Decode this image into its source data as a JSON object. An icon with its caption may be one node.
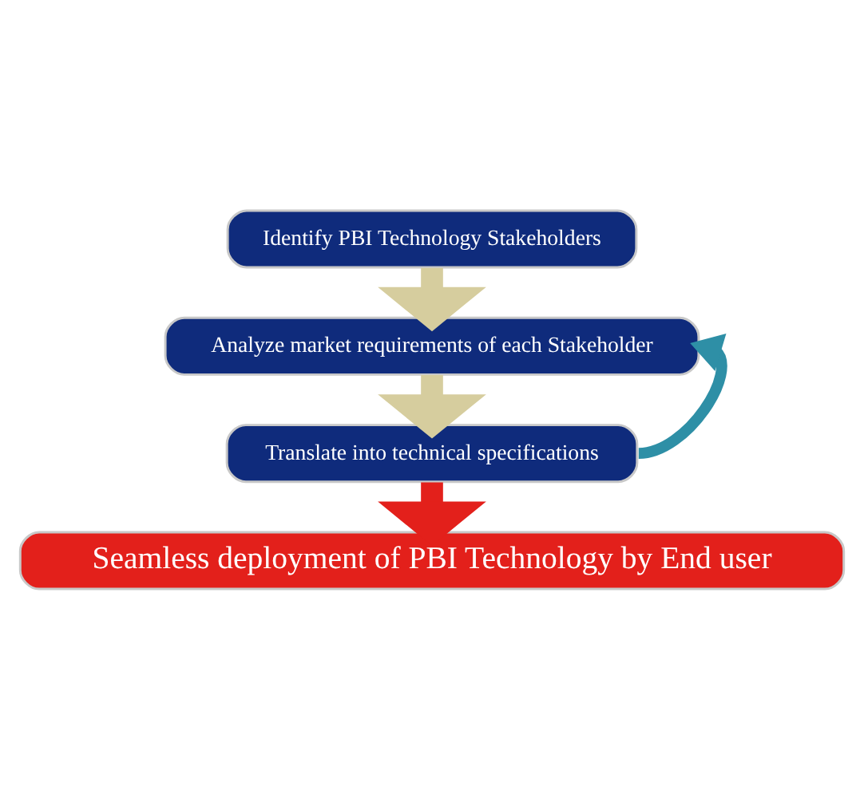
{
  "diagram": {
    "nodes": [
      {
        "text": [
          "Identify PBI Technology Stakeholders"
        ]
      },
      {
        "text": [
          "Analyze market requirements of each Stakeholder"
        ]
      },
      {
        "text": [
          "Translate into technical specifications"
        ]
      },
      {
        "text": [
          "Seamless deployment of PBI Technology by End user"
        ]
      }
    ],
    "edges": [
      {
        "from": 0,
        "to": 1,
        "arrow": "to"
      },
      {
        "from": 1,
        "to": 2,
        "arrow": "to"
      },
      {
        "from": 2,
        "to": 3,
        "arrow": "to",
        "color": "#e3201b"
      },
      {
        "from": 2,
        "to": 1,
        "arrow": "to",
        "color": "#2e8fa6"
      }
    ]
  }
}
